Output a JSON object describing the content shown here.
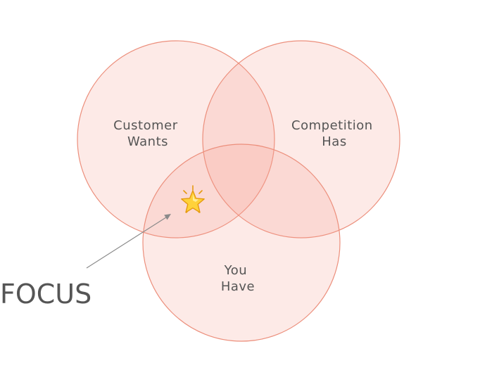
{
  "diagram": {
    "type": "venn",
    "circles": [
      {
        "id": "customer",
        "label_lines": [
          "Customer",
          "Wants"
        ]
      },
      {
        "id": "competition",
        "label_lines": [
          "Competition",
          "Has"
        ]
      },
      {
        "id": "you",
        "label_lines": [
          "You",
          "Have"
        ]
      }
    ],
    "focus_label": "FOCUS",
    "focus_icon": "star-icon",
    "colors": {
      "circle_fill": "#f8a092",
      "circle_stroke": "#ec8f7c",
      "text": "#555555",
      "arrow": "#8a8a8a",
      "star_fill": "#ffd23a",
      "star_stroke": "#e59a10"
    }
  }
}
